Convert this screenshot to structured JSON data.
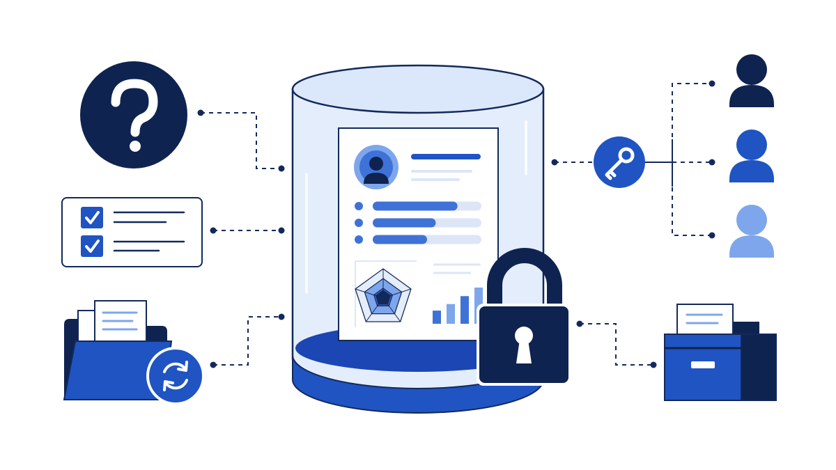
{
  "colors": {
    "navy": "#0f2350",
    "royal_blue": "#1f54c2",
    "medium_blue": "#3f72d6",
    "light_blue": "#7ea6ec",
    "pale_blue": "#e4edfb",
    "bar_track": "#dde6f7",
    "outline": "#12295a",
    "white": "#ffffff"
  },
  "icons": {
    "help": "question-mark-icon",
    "checklist": "checklist-icon",
    "folder": "folder-sync-icon",
    "sync": "sync-icon",
    "vault": "cylinder-vault-icon",
    "profile": "profile-document-icon",
    "lock": "padlock-icon",
    "key": "key-icon",
    "users": [
      "user-icon",
      "user-icon",
      "user-icon"
    ],
    "archive": "file-cabinet-icon"
  },
  "profile_bars": [
    {
      "fill": 0.78
    },
    {
      "fill": 0.58
    },
    {
      "fill": 0.5
    }
  ],
  "mini_chart": {
    "type": "bar",
    "values": [
      2,
      3,
      4.2,
      5.5
    ]
  },
  "radar_levels": 3,
  "user_shades": [
    "navy",
    "royal_blue",
    "light_blue"
  ]
}
